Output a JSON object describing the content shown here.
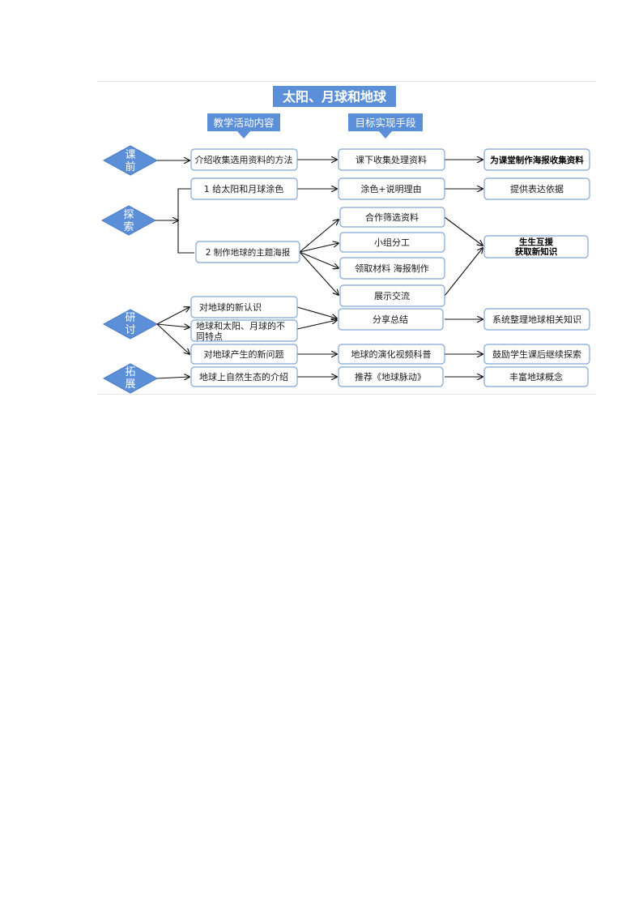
{
  "title": "太阳、月球和地球",
  "headers": {
    "activity": "教学活动内容",
    "means": "目标实现手段"
  },
  "stages": {
    "pre": [
      "课",
      "前"
    ],
    "explore": [
      "探",
      "索"
    ],
    "discuss": [
      "研",
      "讨"
    ],
    "extend": [
      "拓",
      "展"
    ]
  },
  "boxes": {
    "pre_activity": "介绍收集选用资料的方法",
    "pre_means": "课下收集处理资料",
    "pre_goal": "为课堂制作海报收集资料",
    "explore_act1": "1 给太阳和月球涂色",
    "explore_means1": "涂色+说明理由",
    "explore_goal1": "提供表达依据",
    "explore_act2": "2 制作地球的主题海报",
    "explore_step1": "合作筛选资料",
    "explore_step2": "小组分工",
    "explore_step3": "领取材料 海报制作",
    "explore_step4": "展示交流",
    "explore_goal2": [
      "生生互援",
      "获取新知识"
    ],
    "discuss_act1": "对地球的新认识",
    "discuss_act2": [
      "地球和太阳、月球的不",
      "同特点"
    ],
    "discuss_act3": "对地球产生的新问题",
    "discuss_means1": "分享总结",
    "discuss_goal1": "系统整理地球相关知识",
    "discuss_means2": "地球的演化视频科普",
    "discuss_goal2": "鼓励学生课后继续探索",
    "extend_act": "地球上自然生态的介绍",
    "extend_means": "推荐《地球脉动》",
    "extend_goal": "丰富地球概念"
  }
}
